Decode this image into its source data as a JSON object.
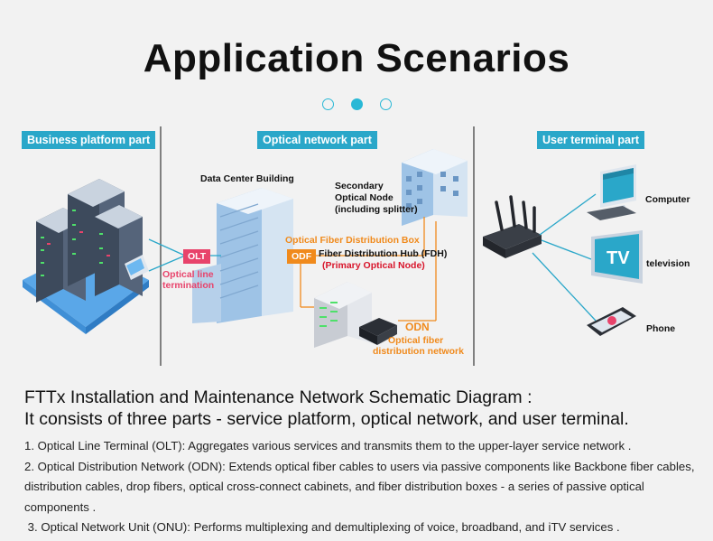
{
  "title": "Application Scenarios",
  "sections": {
    "business": "Business platform part",
    "optical": "Optical network part",
    "user": "User terminal part"
  },
  "labels": {
    "data_center": "Data Center Building",
    "secondary_node_1": "Secondary",
    "secondary_node_2": "Optical Node",
    "secondary_node_3": "(including splitter)",
    "olt": "OLT",
    "olt_desc_1": "Optical line",
    "olt_desc_2": "termination",
    "odf": "ODF",
    "ofdb": "Optical Fiber Distribution Box",
    "fdh": "Fiber Distribution Hub (FDH)",
    "fdh_sub": "(Primary Optical Node)",
    "odn": "ODN",
    "odn_desc_1": "Optical fiber",
    "odn_desc_2": "distribution network",
    "computer": "Computer",
    "television": "television",
    "phone": "Phone",
    "tv_screen": "TV"
  },
  "caption": {
    "line1": "FTTx Installation and Maintenance Network Schematic Diagram :",
    "line2": "It consists of three parts - service platform, optical network, and user terminal."
  },
  "notes": {
    "p1": "1. Optical Line Terminal (OLT): Aggregates various services and transmits them to the upper-layer service network .",
    "p2": "2. Optical Distribution Network (ODN): Extends optical fiber cables to users via passive components like Backbone fiber cables, distribution cables, drop fibers, optical cross-connect cabinets, and fiber distribution boxes - a series of passive optical components .",
    "p3": " 3. Optical Network Unit (ONU): Performs multiplexing and demultiplexing of voice, broadband, and iTV services ."
  },
  "colors": {
    "accent": "#2aa7c9",
    "olt": "#e8436b",
    "odn": "#f08a1c",
    "fdh_sub": "#d8152b"
  }
}
